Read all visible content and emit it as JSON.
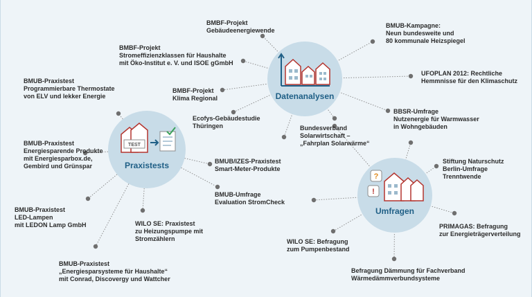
{
  "colors": {
    "background": "#eef4f8",
    "hub": "#c8dce8",
    "hub_title": "#1f5f86",
    "line": "#8d8d8d",
    "dot": "#6f6f6f",
    "house": "#b4342e"
  },
  "hubs": {
    "datenanalysen": "Datenanalysen",
    "praxistests": "Praxistests",
    "umfragen": "Umfragen"
  },
  "test_card": "TEST",
  "labels": {
    "gebaeudeenergiewende": "BMBF-Projekt\nGebäudeenergiewende",
    "stromeffizienzklassen": "BMBF-Projekt\nStromeffizienzklassen für Haushalte\nmit Öko-Institut e. V. und ISOE gGmbH",
    "klima_regional": "BMBF-Projekt\nKlima Regional",
    "ecofys": "Ecofys-Gebäudestudie\nThüringen",
    "heizspiegel": "BMUB-Kampagne:\nNeun bundesweite und\n80 kommunale Heizspiegel",
    "ufoplan": "UFOPLAN 2012: Rechtliche\nHemmnisse für den Klimaschutz",
    "bbsr": "BBSR-Umfrage\nNutzenergie für Warmwasser\nin Wohngebäuden",
    "bsw": "Bundesverband\nSolarwirtschaft –\n„Fahrplan Solarwärme“",
    "thermostate": "BMUB-Praxistest\nProgrammierbare Thermostate\nvon ELV und lekker Energie",
    "energieprodukte": "BMUB-Praxistest\nEnergiesparende Produkte\nmit Energiesparbox.de,\nGembird und Grünspar",
    "smart_meter": "BMUB/IZES-Praxistest\nSmart-Meter-Produkte",
    "stromcheck": "BMUB-Umfrage\nEvaluation StromCheck",
    "led": "BMUB-Praxistest\nLED-Lampen\nmit LEDON Lamp GmbH",
    "wilo_praxistest": "WILO SE: Praxistest\nzu Heizungspumpe mit\nStromzählern",
    "energiesparsysteme": "BMUB-Praxistest\n„Energiesparsysteme für Haushalte“\nmit Conrad, Discovergy und Wattcher",
    "naturschutz": "Stiftung Naturschutz\nBerlin-Umfrage\nTrenntwende",
    "primagas": "PRIMAGAS: Befragung\nzur Energieträgerverteilung",
    "wilo_befragung": "WILO SE: Befragung\nzum Pumpenbestand",
    "daemmung": "Befragung Dämmung für Fachverband\nWärmedämmverbundsysteme"
  }
}
